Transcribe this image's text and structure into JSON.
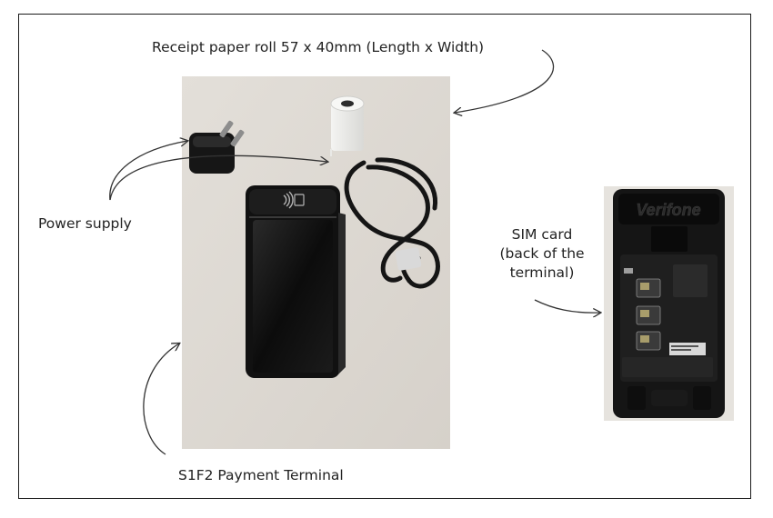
{
  "labels": {
    "receipt_roll": "Receipt paper roll 57 x 40mm (Length x Width)",
    "power_supply": "Power supply",
    "sim_card_line1": "SIM card",
    "sim_card_line2": "(back of the",
    "sim_card_line3": "terminal)",
    "terminal": "S1F2 Payment Terminal"
  },
  "photos": {
    "contents": {
      "subject": "power supply, receipt roll, USB cable and S1F2 terminal on a table"
    },
    "sim_back": {
      "subject": "back of the terminal with SIM card slots",
      "brand_text": "Verifone"
    }
  },
  "colors": {
    "frame": "#1a1a1a",
    "table_surface": "#ddd8d1",
    "device_black": "#141414",
    "arrow": "#333333"
  }
}
